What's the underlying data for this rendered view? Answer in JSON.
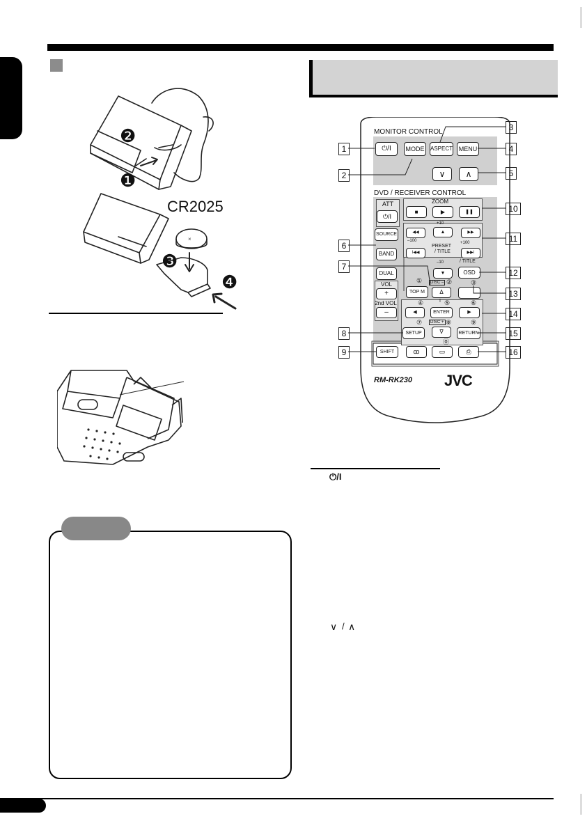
{
  "battery": {
    "model": "CR2025",
    "steps": [
      "❷",
      "❶",
      "❸",
      "❹"
    ]
  },
  "remote": {
    "model_label": "RM-RK230",
    "brand": "JVC",
    "monitor_control_label": "MONITOR  CONTROL",
    "dvd_receiver_label": "DVD / RECEIVER  CONTROL",
    "btn_power": "⏻/I",
    "btn_mode": "MODE",
    "btn_aspect": "ASPECT",
    "btn_menu": "MENU",
    "btn_down": "∨",
    "btn_up": "∧",
    "att_label": "ATT",
    "btn_att_power": "⏻/I",
    "zoom_label": "ZOOM",
    "btn_stop": "■",
    "btn_play": "▶",
    "btn_pause": "❚❚",
    "btn_source": "SOURCE",
    "btn_band": "BAND",
    "btn_dual": "DUAL",
    "vol_label": "VOL",
    "btn_vol_plus": "+",
    "vol2_label": "2nd VOL",
    "btn_vol_minus": "–",
    "btn_rew": "◀◀",
    "btn_ff": "▶▶",
    "btn_prev": "I◀◀",
    "btn_next": "▶▶I",
    "btn_preset_up": "▲",
    "btn_preset_down": "▼",
    "plus10": "+10",
    "minus10": "–10",
    "minus100": "–100",
    "plus100": "+100",
    "preset_label": "PRESET",
    "title_label": "/ TITLE",
    "title_label2": "/ TITLE",
    "btn_top_m": "TOP M",
    "disc_minus": "DISC –",
    "disc_plus": "DISC +",
    "btn_delta": "Δ",
    "btn_nabla": "∇",
    "btn_osd": "OSD",
    "btn_enter": "ENTER",
    "btn_left": "◀",
    "btn_right": "▶",
    "btn_setup": "SETUP",
    "btn_return": "RETURN",
    "btn_shift": "SHIFT",
    "btn_audio": "ꝏ",
    "btn_subtitle": "▭",
    "btn_angle": "⎙",
    "num1": "①",
    "num2": "②",
    "num3": "③",
    "num4": "④",
    "num5": "⑤",
    "num6": "⑥",
    "num7": "⑦",
    "num8": "⑧",
    "num9": "⑨",
    "num0": "⓪",
    "pipe5": "I"
  },
  "callouts": [
    "1",
    "2",
    "3",
    "4",
    "5",
    "6",
    "7",
    "8",
    "9",
    "10",
    "11",
    "12",
    "13",
    "14",
    "15",
    "16"
  ],
  "functions": {
    "power_symbol": "⏻/I",
    "down_symbol": "∨",
    "slash": "/",
    "up_symbol": "∧"
  }
}
